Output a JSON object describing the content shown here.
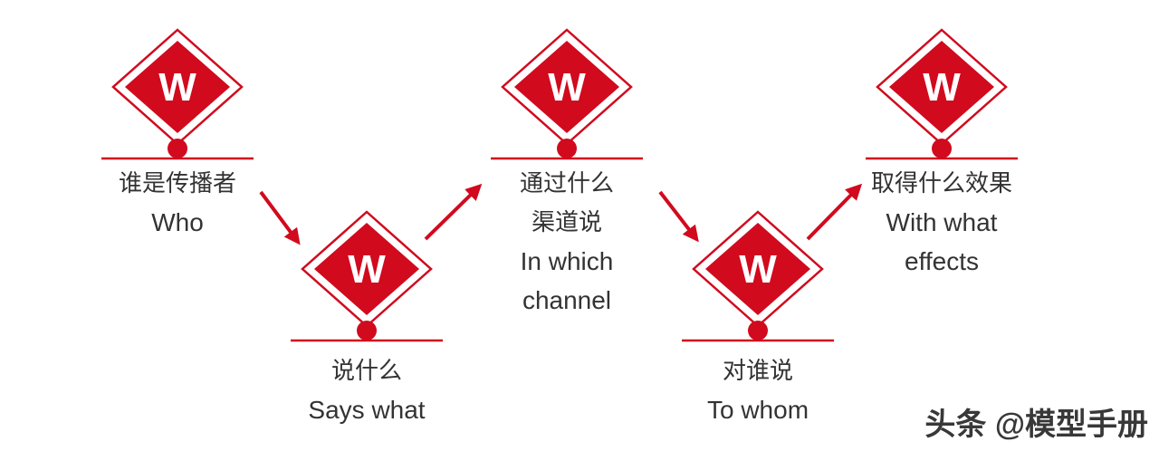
{
  "diagram": {
    "units": [
      {
        "letter": "W",
        "lines": [
          "谁是传播者",
          "Who"
        ]
      },
      {
        "letter": "W",
        "lines": [
          "说什么",
          "Says what"
        ]
      },
      {
        "letter": "W",
        "lines": [
          "通过什么",
          "渠道说",
          "In which",
          "channel"
        ]
      },
      {
        "letter": "W",
        "lines": [
          "对谁说",
          "To whom"
        ]
      },
      {
        "letter": "W",
        "lines": [
          "取得什么效果",
          "With what",
          "effects"
        ]
      }
    ]
  },
  "watermark": {
    "text": "头条 @模型手册"
  },
  "colors": {
    "accent": "#D10A1E",
    "label_text": "#333333",
    "diamond_letter": "#FFFFFF",
    "watermark_text": "#383838",
    "background": "#FFFFFF"
  }
}
